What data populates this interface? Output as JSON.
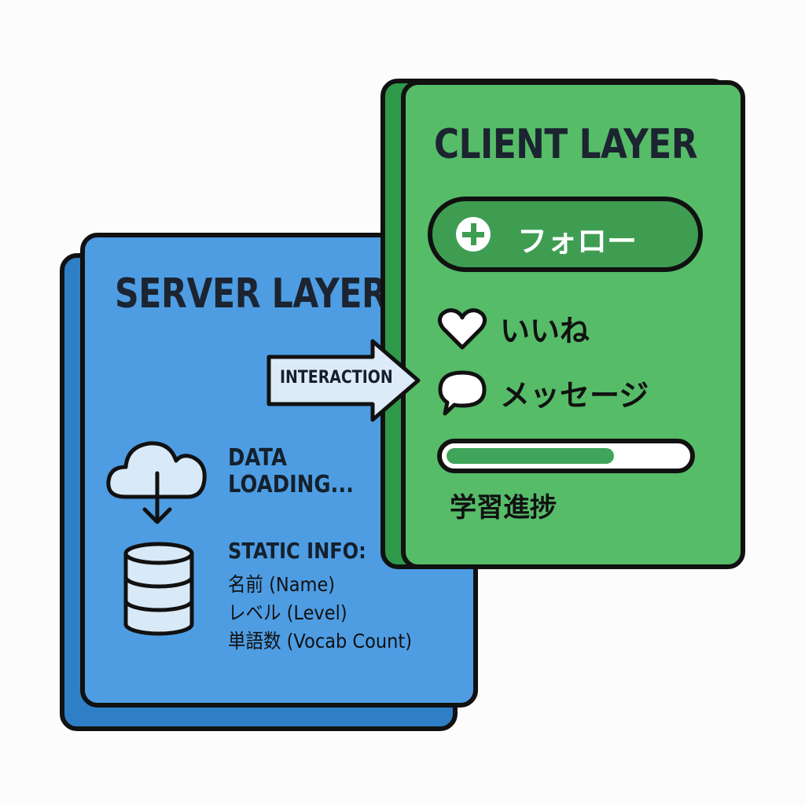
{
  "server": {
    "title": "SERVER LAYER",
    "loading": [
      "DATA",
      "LOADING..."
    ],
    "static_heading": "STATIC INFO:",
    "static_items": [
      "名前 (Name)",
      "レベル (Level)",
      "単語数 (Vocab Count)"
    ]
  },
  "client": {
    "title": "CLIENT LAYER",
    "follow_label": "フォロー",
    "like_label": "いいね",
    "message_label": "メッセージ",
    "progress_label": "学習進捗",
    "progress_fraction": 0.7
  },
  "arrow": {
    "label": "INTERACTION"
  },
  "colors": {
    "server_panel": "#4e9de3",
    "server_shadow": "#2f7fc6",
    "client_panel": "#56bc68",
    "client_shadow": "#2f9a4a",
    "accent_green": "#3f9d52",
    "outline": "#111111",
    "icon_fill": "#d8e9f7"
  },
  "icons": [
    "cloud-download-icon",
    "database-icon",
    "plus-icon",
    "heart-icon",
    "speech-bubble-icon",
    "arrow-right-icon"
  ]
}
